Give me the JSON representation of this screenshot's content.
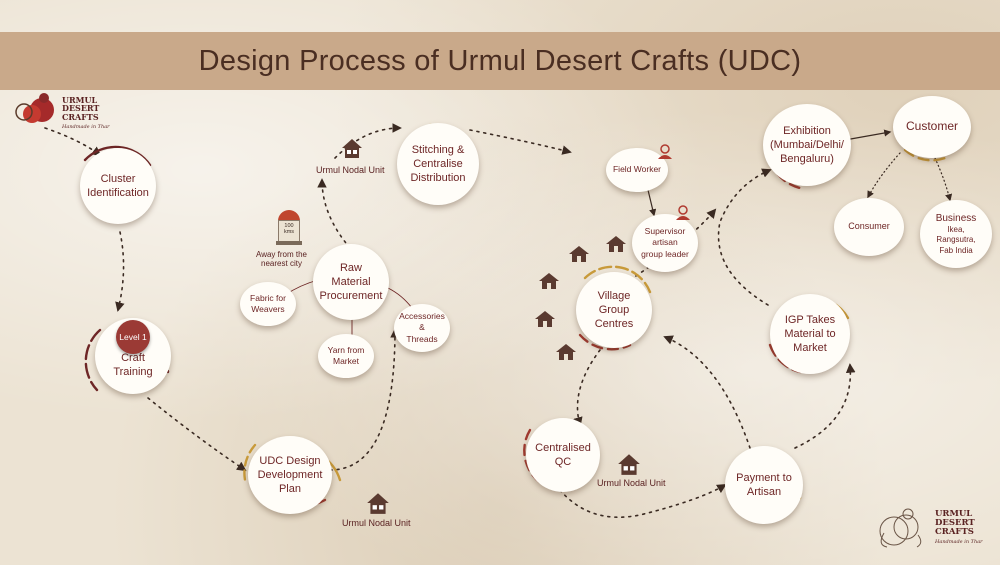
{
  "title": "Design Process of Urmul Desert Crafts (UDC)",
  "logo_top": {
    "name": "URMUL\nDESERT\nCRAFTS",
    "tagline": "Handmade in Thar"
  },
  "logo_bottom": {
    "name": "URMUL\nDESERT\nCRAFTS",
    "tagline": "Handmade in Thar"
  },
  "nodes": {
    "cluster": "Cluster\nIdentification",
    "level": "Level 1",
    "craft": "Craft\nTraining",
    "udc_plan": "UDC Design\nDevelopment\nPlan",
    "raw": "Raw\nMaterial\nProcurement",
    "fabric": "Fabric for\nWeavers",
    "yarn": "Yarn from\nMarket",
    "accessories": "Accessories\n&\nThreads",
    "stitching": "Stitching &\nCentralise\nDistribution",
    "field_worker": "Field Worker",
    "supervisor": "Supervisor\nartisan\ngroup leader",
    "village": "Village\nGroup\nCentres",
    "qc": "Centralised\nQC",
    "payment": "Payment to\nArtisan",
    "igp": "IGP Takes\nMaterial to\nMarket",
    "exhibition": "Exhibition\n(Mumbai/Delhi/\nBengaluru)",
    "customer": "Customer",
    "consumer": "Consumer",
    "business": "Business",
    "business_sub": "Ikea,\nRangsutra,\nFab India"
  },
  "labels": {
    "nodal_top": "Urmul Nodal Unit",
    "nodal_bottom": "Urmul Nodal Unit",
    "nodal_right": "Urmul Nodal Unit",
    "milestone": "100\nkms",
    "away": "Away from the\nnearest city"
  },
  "icons": [
    "house-icon",
    "milestone-icon",
    "person-icon",
    "hut-icon",
    "craftswoman-logo-icon"
  ],
  "colors": {
    "accent": "#6e2626",
    "banner": "#c9a98a",
    "level_badge": "#9b3a35",
    "arrow": "#3a2a22"
  }
}
